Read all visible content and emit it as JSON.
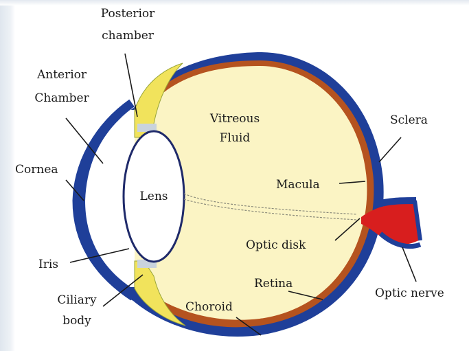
{
  "diagram": {
    "labels": {
      "posterior_chamber_1": "Posterior",
      "posterior_chamber_2": "chamber",
      "anterior_chamber_1": "Anterior",
      "anterior_chamber_2": "Chamber",
      "cornea": "Cornea",
      "iris": "Iris",
      "ciliary_body_1": "Ciliary",
      "ciliary_body_2": "body",
      "lens": "Lens",
      "vitreous_1": "Vitreous",
      "vitreous_2": "Fluid",
      "sclera": "Sclera",
      "macula": "Macula",
      "optic_disk": "Optic disk",
      "retina": "Retina",
      "choroid": "Choroid",
      "optic_nerve": "Optic nerve"
    },
    "colors": {
      "sclera": "#1f3f99",
      "choroid": "#b5531f",
      "vitreous": "#fbf4c4",
      "ciliary": "#f1e35c",
      "optic_nerve": "#d81e1e",
      "leader": "#1a1a1a"
    }
  }
}
